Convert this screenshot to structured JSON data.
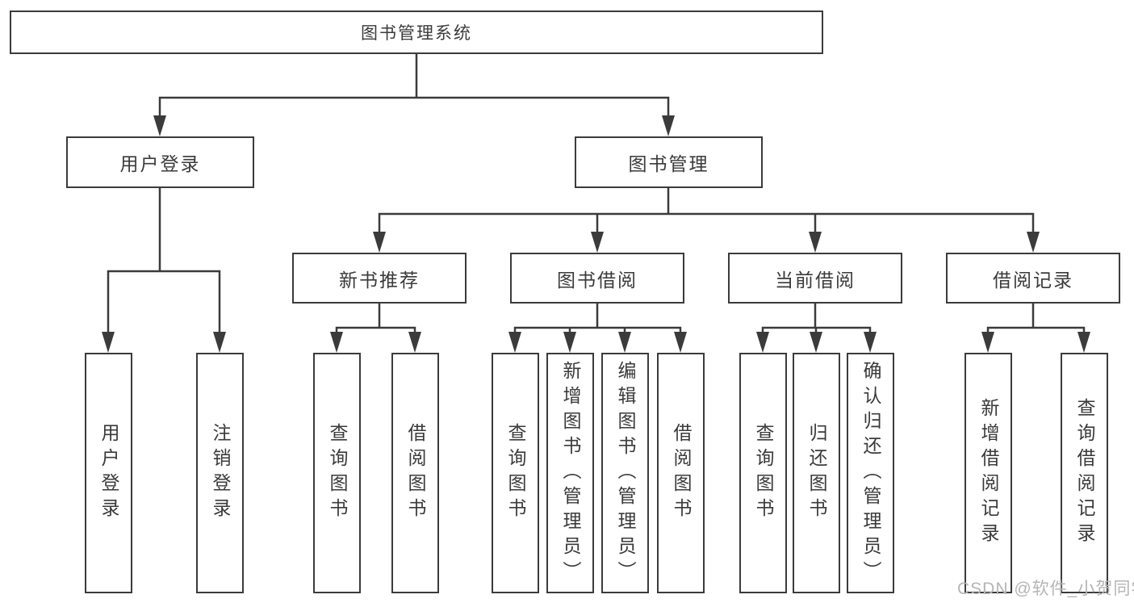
{
  "watermark": "CSDN @软件_小贺同学",
  "colors": {
    "line": "#3b3b3b",
    "text": "#3a3a3a",
    "background": "#ffffff",
    "watermark": "#b5b5b5"
  },
  "tree": {
    "root": {
      "label": "图书管理系统"
    },
    "branches": [
      {
        "label": "用户登录",
        "children": [
          {
            "label": "用户登录"
          },
          {
            "label": "注销登录"
          }
        ]
      },
      {
        "label": "图书管理",
        "children": [
          {
            "label": "新书推荐",
            "children": [
              {
                "label": "查询图书"
              },
              {
                "label": "借阅图书"
              }
            ]
          },
          {
            "label": "图书借阅",
            "children": [
              {
                "label": "查询图书"
              },
              {
                "label": "新增图书（管理员）"
              },
              {
                "label": "编辑图书（管理员）"
              },
              {
                "label": "借阅图书"
              }
            ]
          },
          {
            "label": "当前借阅",
            "children": [
              {
                "label": "查询图书"
              },
              {
                "label": "归还图书"
              },
              {
                "label": "确认归还（管理员）"
              }
            ]
          },
          {
            "label": "借阅记录",
            "children": [
              {
                "label": "新增借阅记录"
              },
              {
                "label": "查询借阅记录"
              }
            ]
          }
        ]
      }
    ]
  }
}
